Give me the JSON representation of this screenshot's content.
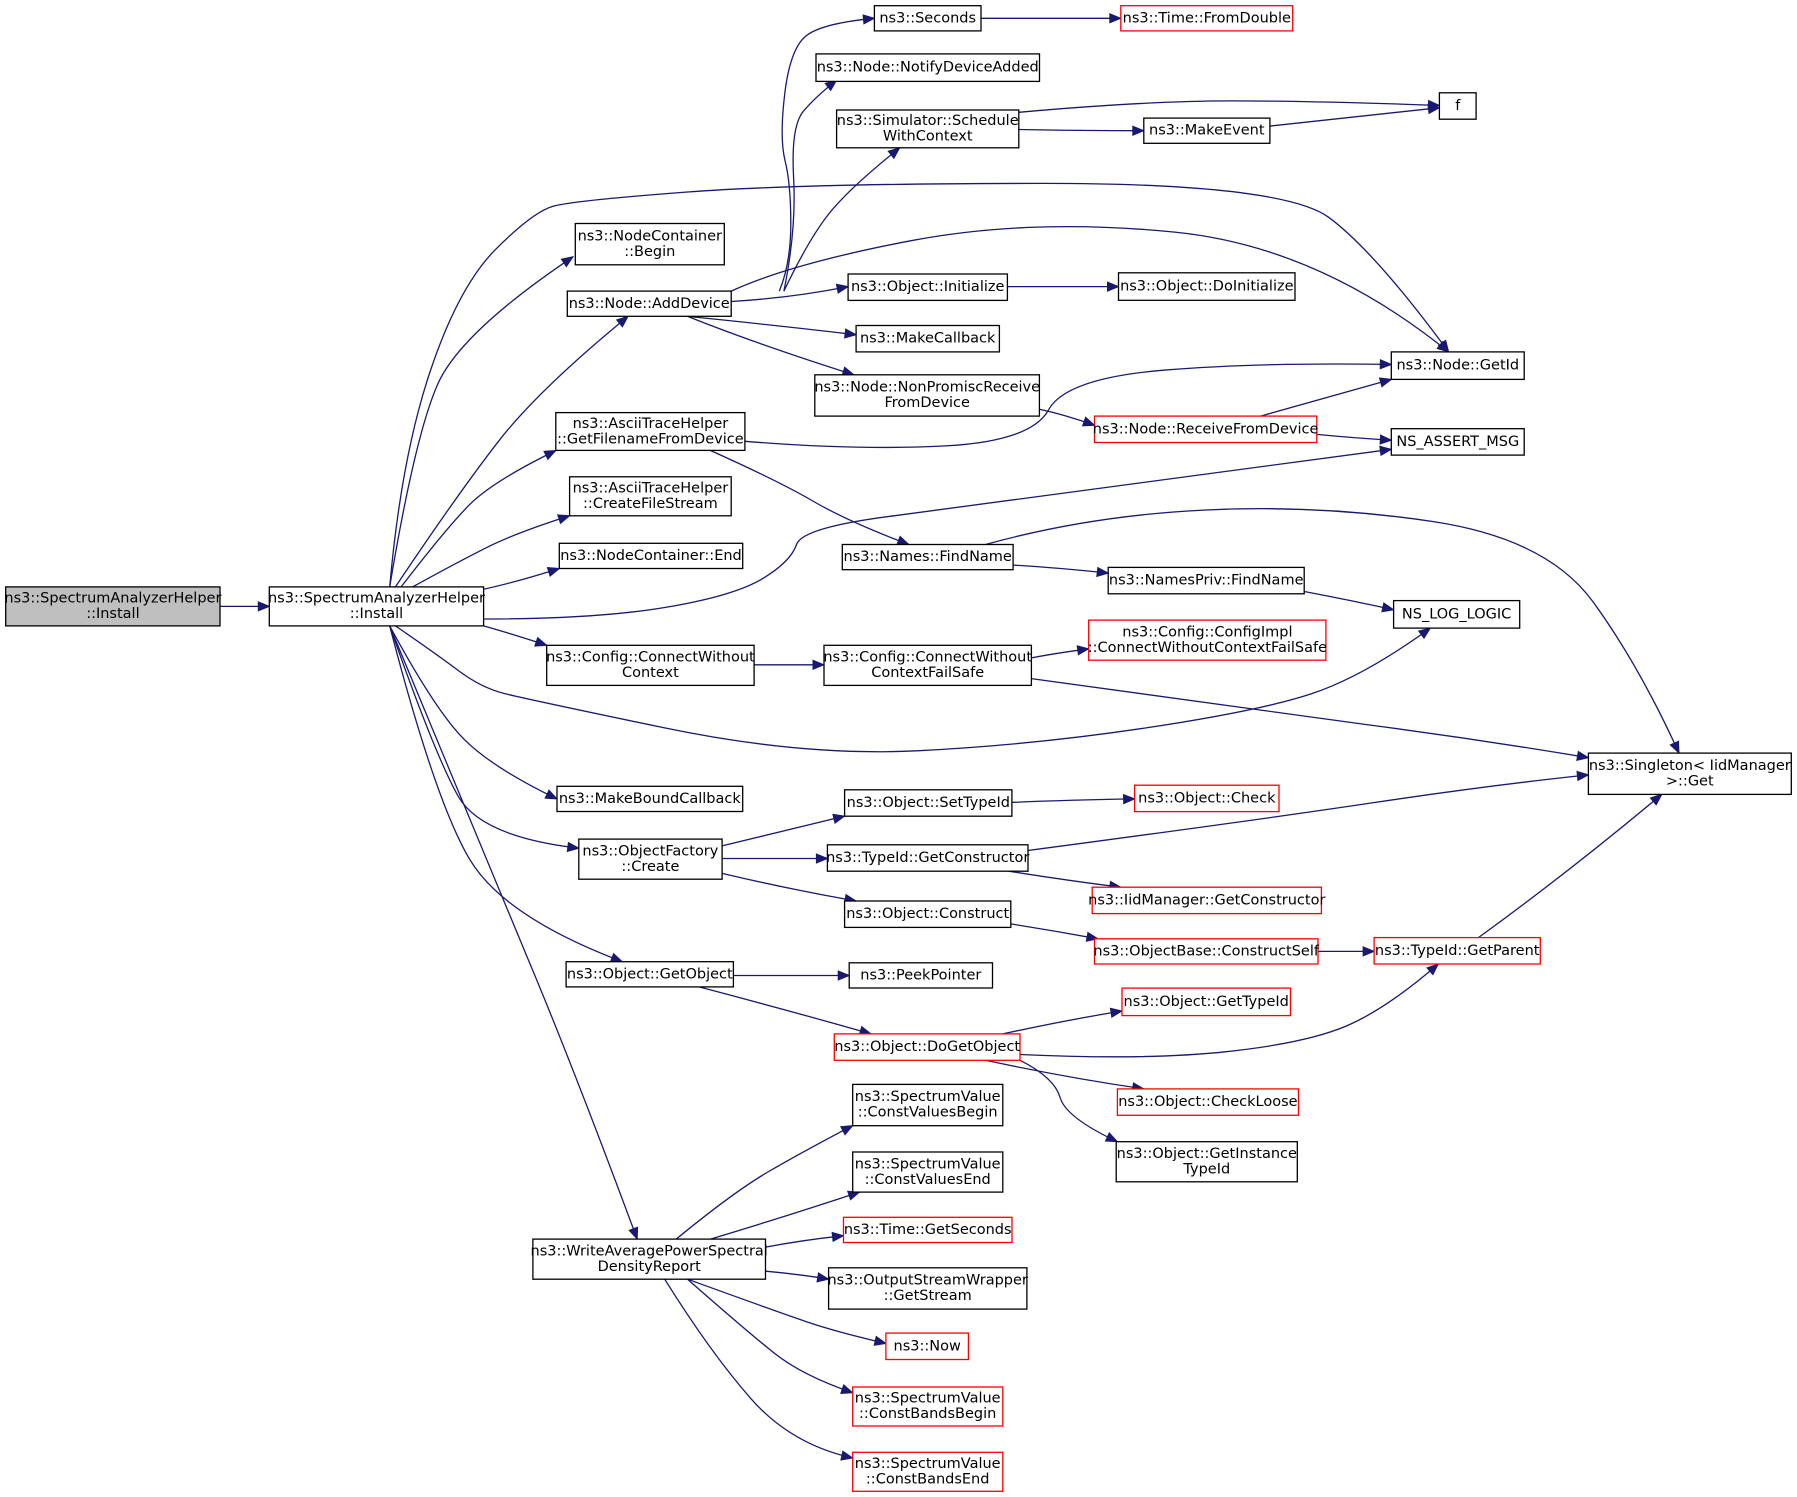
{
  "colors": {
    "edge": "#191970",
    "box_border": "#000000",
    "box_border_truncated": "#ff0000",
    "root_fill": "#bfbfbf",
    "node_fill": "#ffffff"
  },
  "nodes": [
    {
      "id": "root",
      "lines": [
        "ns3::SpectrumAnalyzerHelper",
        "::Install"
      ],
      "style": "root"
    },
    {
      "id": "install",
      "lines": [
        "ns3::SpectrumAnalyzerHelper",
        "::Install"
      ],
      "style": "normal"
    },
    {
      "id": "begin",
      "lines": [
        "ns3::NodeContainer",
        "::Begin"
      ],
      "style": "normal"
    },
    {
      "id": "adddevice",
      "lines": [
        "ns3::Node::AddDevice"
      ],
      "style": "normal"
    },
    {
      "id": "getfilename",
      "lines": [
        "ns3::AsciiTraceHelper",
        "::GetFilenameFromDevice"
      ],
      "style": "normal"
    },
    {
      "id": "createfile",
      "lines": [
        "ns3::AsciiTraceHelper",
        "::CreateFileStream"
      ],
      "style": "normal"
    },
    {
      "id": "nc_end",
      "lines": [
        "ns3::NodeContainer::End"
      ],
      "style": "normal"
    },
    {
      "id": "connect_wo",
      "lines": [
        "ns3::Config::ConnectWithout",
        "Context"
      ],
      "style": "normal"
    },
    {
      "id": "makebound",
      "lines": [
        "ns3::MakeBoundCallback"
      ],
      "style": "normal"
    },
    {
      "id": "of_create",
      "lines": [
        "ns3::ObjectFactory",
        "::Create"
      ],
      "style": "normal"
    },
    {
      "id": "getobject",
      "lines": [
        "ns3::Object::GetObject"
      ],
      "style": "normal"
    },
    {
      "id": "writeavg",
      "lines": [
        "ns3::WriteAveragePowerSpectral",
        "DensityReport"
      ],
      "style": "normal"
    },
    {
      "id": "seconds",
      "lines": [
        "ns3::Seconds"
      ],
      "style": "normal"
    },
    {
      "id": "notify",
      "lines": [
        "ns3::Node::NotifyDeviceAdded"
      ],
      "style": "normal"
    },
    {
      "id": "schedule",
      "lines": [
        "ns3::Simulator::Schedule",
        "WithContext"
      ],
      "style": "normal"
    },
    {
      "id": "obj_init",
      "lines": [
        "ns3::Object::Initialize"
      ],
      "style": "normal"
    },
    {
      "id": "makecallback",
      "lines": [
        "ns3::MakeCallback"
      ],
      "style": "normal"
    },
    {
      "id": "nonpromisc",
      "lines": [
        "ns3::Node::NonPromiscReceive",
        "FromDevice"
      ],
      "style": "normal"
    },
    {
      "id": "findname",
      "lines": [
        "ns3::Names::FindName"
      ],
      "style": "normal"
    },
    {
      "id": "connect_wo_fs",
      "lines": [
        "ns3::Config::ConnectWithout",
        "ContextFailSafe"
      ],
      "style": "normal"
    },
    {
      "id": "settypeid",
      "lines": [
        "ns3::Object::SetTypeId"
      ],
      "style": "normal"
    },
    {
      "id": "getconstructor",
      "lines": [
        "ns3::TypeId::GetConstructor"
      ],
      "style": "normal"
    },
    {
      "id": "construct",
      "lines": [
        "ns3::Object::Construct"
      ],
      "style": "normal"
    },
    {
      "id": "peekpointer",
      "lines": [
        "ns3::PeekPointer"
      ],
      "style": "normal"
    },
    {
      "id": "dogetobject",
      "lines": [
        "ns3::Object::DoGetObject"
      ],
      "style": "truncated"
    },
    {
      "id": "cvbegin",
      "lines": [
        "ns3::SpectrumValue",
        "::ConstValuesBegin"
      ],
      "style": "normal"
    },
    {
      "id": "cvend",
      "lines": [
        "ns3::SpectrumValue",
        "::ConstValuesEnd"
      ],
      "style": "normal"
    },
    {
      "id": "getseconds",
      "lines": [
        "ns3::Time::GetSeconds"
      ],
      "style": "truncated"
    },
    {
      "id": "getstream",
      "lines": [
        "ns3::OutputStreamWrapper",
        "::GetStream"
      ],
      "style": "normal"
    },
    {
      "id": "now",
      "lines": [
        "ns3::Now"
      ],
      "style": "truncated"
    },
    {
      "id": "cbbegin",
      "lines": [
        "ns3::SpectrumValue",
        "::ConstBandsBegin"
      ],
      "style": "truncated"
    },
    {
      "id": "cbend",
      "lines": [
        "ns3::SpectrumValue",
        "::ConstBandsEnd"
      ],
      "style": "truncated"
    },
    {
      "id": "fromdouble",
      "lines": [
        "ns3::Time::FromDouble"
      ],
      "style": "truncated"
    },
    {
      "id": "makeevent",
      "lines": [
        "ns3::MakeEvent"
      ],
      "style": "normal"
    },
    {
      "id": "f",
      "lines": [
        "f"
      ],
      "style": "normal"
    },
    {
      "id": "doinit",
      "lines": [
        "ns3::Object::DoInitialize"
      ],
      "style": "normal"
    },
    {
      "id": "receivefrom",
      "lines": [
        "ns3::Node::ReceiveFromDevice"
      ],
      "style": "truncated"
    },
    {
      "id": "namespriv",
      "lines": [
        "ns3::NamesPriv::FindName"
      ],
      "style": "normal"
    },
    {
      "id": "configimpl",
      "lines": [
        "ns3::Config::ConfigImpl",
        "::ConnectWithoutContextFailSafe"
      ],
      "style": "truncated"
    },
    {
      "id": "obj_check",
      "lines": [
        "ns3::Object::Check"
      ],
      "style": "truncated"
    },
    {
      "id": "iid_getctor",
      "lines": [
        "ns3::IidManager::GetConstructor"
      ],
      "style": "truncated"
    },
    {
      "id": "constructself",
      "lines": [
        "ns3::ObjectBase::ConstructSelf"
      ],
      "style": "truncated"
    },
    {
      "id": "gettypeid",
      "lines": [
        "ns3::Object::GetTypeId"
      ],
      "style": "truncated"
    },
    {
      "id": "checkloose",
      "lines": [
        "ns3::Object::CheckLoose"
      ],
      "style": "truncated"
    },
    {
      "id": "getinstance",
      "lines": [
        "ns3::Object::GetInstance",
        "TypeId"
      ],
      "style": "normal"
    },
    {
      "id": "getparent",
      "lines": [
        "ns3::TypeId::GetParent"
      ],
      "style": "truncated"
    },
    {
      "id": "getid",
      "lines": [
        "ns3::Node::GetId"
      ],
      "style": "normal"
    },
    {
      "id": "assertmsg",
      "lines": [
        "NS_ASSERT_MSG"
      ],
      "style": "normal"
    },
    {
      "id": "loglogic",
      "lines": [
        "NS_LOG_LOGIC"
      ],
      "style": "normal"
    },
    {
      "id": "singleton",
      "lines": [
        "ns3::Singleton< IidManager",
        " >::Get"
      ],
      "style": "normal"
    }
  ],
  "edges": [
    [
      "root",
      "install"
    ],
    [
      "install",
      "begin"
    ],
    [
      "install",
      "adddevice"
    ],
    [
      "install",
      "getfilename"
    ],
    [
      "install",
      "createfile"
    ],
    [
      "install",
      "nc_end"
    ],
    [
      "install",
      "connect_wo"
    ],
    [
      "install",
      "makebound"
    ],
    [
      "install",
      "of_create"
    ],
    [
      "install",
      "getobject"
    ],
    [
      "install",
      "writeavg"
    ],
    [
      "install",
      "getid"
    ],
    [
      "install",
      "assertmsg"
    ],
    [
      "install",
      "loglogic"
    ],
    [
      "adddevice",
      "seconds"
    ],
    [
      "adddevice",
      "notify"
    ],
    [
      "adddevice",
      "schedule"
    ],
    [
      "adddevice",
      "obj_init"
    ],
    [
      "adddevice",
      "makecallback"
    ],
    [
      "adddevice",
      "nonpromisc"
    ],
    [
      "adddevice",
      "getid"
    ],
    [
      "seconds",
      "fromdouble"
    ],
    [
      "schedule",
      "f"
    ],
    [
      "schedule",
      "makeevent"
    ],
    [
      "makeevent",
      "f"
    ],
    [
      "obj_init",
      "doinit"
    ],
    [
      "nonpromisc",
      "receivefrom"
    ],
    [
      "receivefrom",
      "getid"
    ],
    [
      "receivefrom",
      "assertmsg"
    ],
    [
      "getfilename",
      "getid"
    ],
    [
      "getfilename",
      "findname"
    ],
    [
      "findname",
      "namespriv"
    ],
    [
      "findname",
      "singleton"
    ],
    [
      "namespriv",
      "loglogic"
    ],
    [
      "connect_wo",
      "connect_wo_fs"
    ],
    [
      "connect_wo_fs",
      "configimpl"
    ],
    [
      "connect_wo_fs",
      "singleton"
    ],
    [
      "of_create",
      "settypeid"
    ],
    [
      "of_create",
      "getconstructor"
    ],
    [
      "of_create",
      "construct"
    ],
    [
      "settypeid",
      "obj_check"
    ],
    [
      "getconstructor",
      "singleton"
    ],
    [
      "getconstructor",
      "iid_getctor"
    ],
    [
      "construct",
      "constructself"
    ],
    [
      "constructself",
      "getparent"
    ],
    [
      "getparent",
      "singleton"
    ],
    [
      "getobject",
      "peekpointer"
    ],
    [
      "getobject",
      "dogetobject"
    ],
    [
      "dogetobject",
      "gettypeid"
    ],
    [
      "dogetobject",
      "getparent"
    ],
    [
      "dogetobject",
      "checkloose"
    ],
    [
      "dogetobject",
      "getinstance"
    ],
    [
      "writeavg",
      "cvbegin"
    ],
    [
      "writeavg",
      "cvend"
    ],
    [
      "writeavg",
      "getseconds"
    ],
    [
      "writeavg",
      "getstream"
    ],
    [
      "writeavg",
      "now"
    ],
    [
      "writeavg",
      "cbbegin"
    ],
    [
      "writeavg",
      "cbend"
    ]
  ]
}
